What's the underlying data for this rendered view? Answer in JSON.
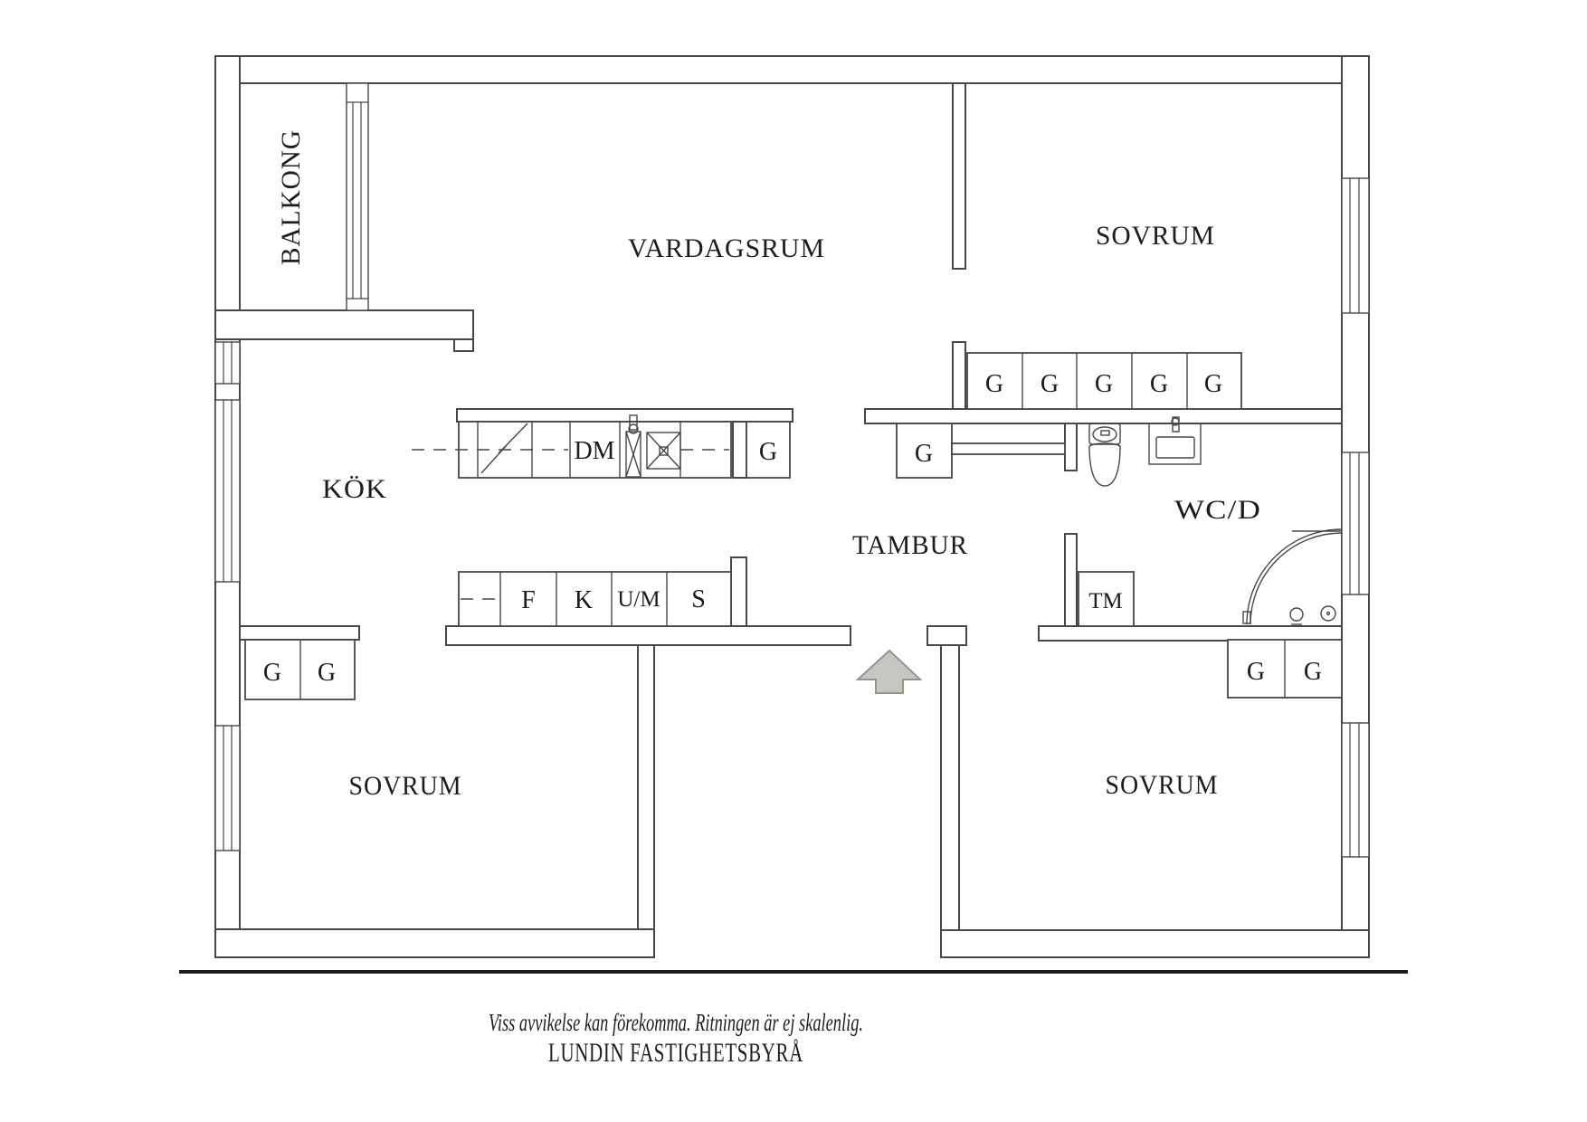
{
  "colors": {
    "bg": "#ffffff",
    "line": "#474747",
    "ink": "#1c1c1c",
    "arrow-fill": "#c6c6c3",
    "arrow-stroke": "#95958c"
  },
  "rooms": {
    "balkong": "BALKONG",
    "vardagsrum": "VARDAGSRUM",
    "sovrum_top_right": "SOVRUM",
    "kok": "KÖK",
    "tambur": "TAMBUR",
    "wcd": "WC/D",
    "sovrum_bottom_left": "SOVRUM",
    "sovrum_bottom_right": "SOVRUM"
  },
  "fixtures": {
    "g": "G",
    "dm": "DM",
    "f": "F",
    "k": "K",
    "um": "U/M",
    "s": "S",
    "tm": "TM"
  },
  "footer": {
    "disclaimer": "Viss avvikelse kan förekomma. Ritningen är ej skalenlig.",
    "brand": "LUNDIN FASTIGHETSBYRÅ"
  }
}
